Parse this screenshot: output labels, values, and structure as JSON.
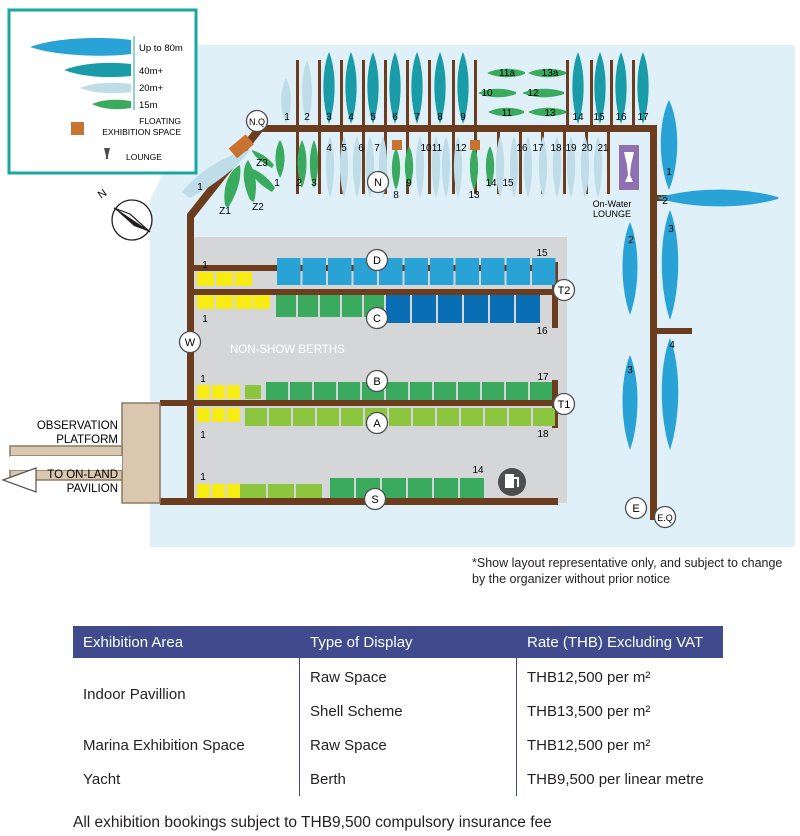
{
  "legend": {
    "items": [
      {
        "label": "Up to 80m",
        "color": "#29a3d6"
      },
      {
        "label": "40m+",
        "color": "#1a9ba8"
      },
      {
        "label": "20m+",
        "color": "#bfdde8"
      },
      {
        "label": "15m",
        "color": "#3aaa5e"
      }
    ],
    "floating_label_1": "FLOATING",
    "floating_label_2": "EXHIBITION SPACE",
    "floating_color": "#c8732f",
    "lounge_label": "LOUNGE"
  },
  "compass": "N",
  "markers": {
    "nq": "N.Q",
    "n": "N",
    "w": "W",
    "d": "D",
    "c": "C",
    "b": "B",
    "a": "A",
    "s": "S",
    "t1": "T1",
    "t2": "T2",
    "e": "E",
    "eq": "E.Q"
  },
  "labels": {
    "non_show": "NON-SHOW BERTHS",
    "observation_1": "OBSERVATION",
    "observation_2": "PLATFORM",
    "to_onland_1": "TO ON-LAND",
    "to_onland_2": "PAVILION",
    "on_water_1": "On-Water",
    "on_water_2": "LOUNGE"
  },
  "berth_numbers": {
    "north_top": [
      "1",
      "2",
      "3",
      "4",
      "5",
      "6",
      "7",
      "8",
      "9",
      "14",
      "15",
      "16",
      "17"
    ],
    "north_top_extra": [
      "11a",
      "13a",
      "10",
      "12",
      "11",
      "13"
    ],
    "north_bottom": [
      "1",
      "2",
      "3",
      "4",
      "5",
      "6",
      "7",
      "8",
      "9",
      "10",
      "11",
      "12",
      "13",
      "14",
      "15",
      "16",
      "17",
      "18",
      "19",
      "20",
      "21"
    ],
    "zone": [
      "1",
      "Z1",
      "Z2",
      "Z3"
    ],
    "east": [
      "1",
      "2",
      "3",
      "4",
      "2",
      "3"
    ],
    "pier_ends": {
      "d_start": "1",
      "d_end": "15",
      "c_start": "1",
      "c_end": "16",
      "b_start": "1",
      "b_end": "17",
      "a_start": "1",
      "a_end": "18",
      "s_start": "1",
      "s_end": "14"
    }
  },
  "colors": {
    "water": "#dff0f8",
    "dock": "#6b3d1e",
    "land": "#d5d6d8",
    "yellow": "#f7ec13",
    "green_light": "#8cc63f",
    "green": "#3aaa5e",
    "blue": "#29a3d6",
    "blue_dark": "#0a6eb5",
    "teal": "#12a19a",
    "platform": "#d9c7b0",
    "lounge": "#8e6fb0"
  },
  "disclaimer": "*Show layout representative only, and subject to change by the organizer without prior notice",
  "rates_table": {
    "headers": [
      "Exhibition Area",
      "Type of Display",
      "Rate (THB) Excluding VAT"
    ],
    "rows": [
      {
        "area": "Indoor Pavillion",
        "type": "Raw Space",
        "rate": "THB12,500 per m²"
      },
      {
        "area": "",
        "type": "Shell Scheme",
        "rate": "THB13,500 per m²"
      },
      {
        "area": "Marina Exhibition Space",
        "type": "Raw Space",
        "rate": "THB12,500 per m²"
      },
      {
        "area": "Yacht",
        "type": "Berth",
        "rate": "THB9,500 per linear metre"
      }
    ]
  },
  "footnote": "All exhibition bookings subject to THB9,500 compulsory insurance fee"
}
